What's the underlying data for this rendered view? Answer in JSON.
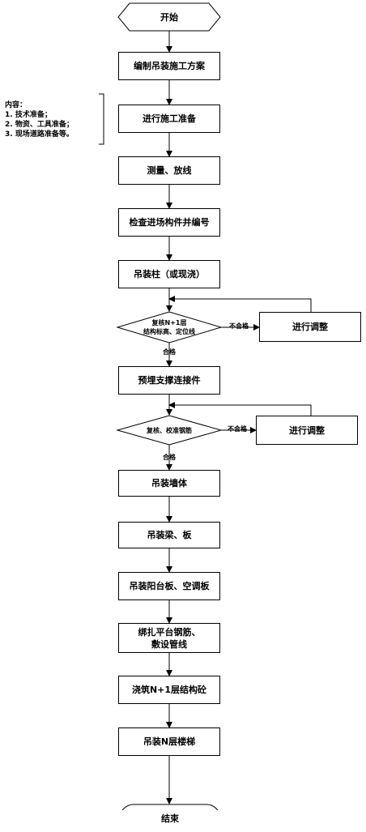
{
  "flow": {
    "start": "开始",
    "end": "结束",
    "steps": [
      "编制吊装施工方案",
      "进行施工准备",
      "测量、放线",
      "检查进场构件并编号",
      "吊装柱（或现浇）",
      "预埋支撑连接件",
      "吊装墙体",
      "吊装梁、板",
      "吊装阳台板、空调板",
      "绑扎平台钢筋、\n敷设管线",
      "浇筑N+1层结构砼",
      "吊装N层楼梯"
    ],
    "decisions": [
      {
        "text": "复核N+1层\n结构标高、定位线",
        "pass": "合格",
        "fail": "不合格",
        "action": "进行调整"
      },
      {
        "text": "复核、校准钢筋",
        "pass": "合格",
        "fail": "不合格",
        "action": "进行调整"
      }
    ],
    "note": {
      "title": "内容：",
      "lines": [
        "1. 技术准备；",
        "2. 物资、工具准备；",
        "3. 现场道路准备等。"
      ]
    }
  }
}
